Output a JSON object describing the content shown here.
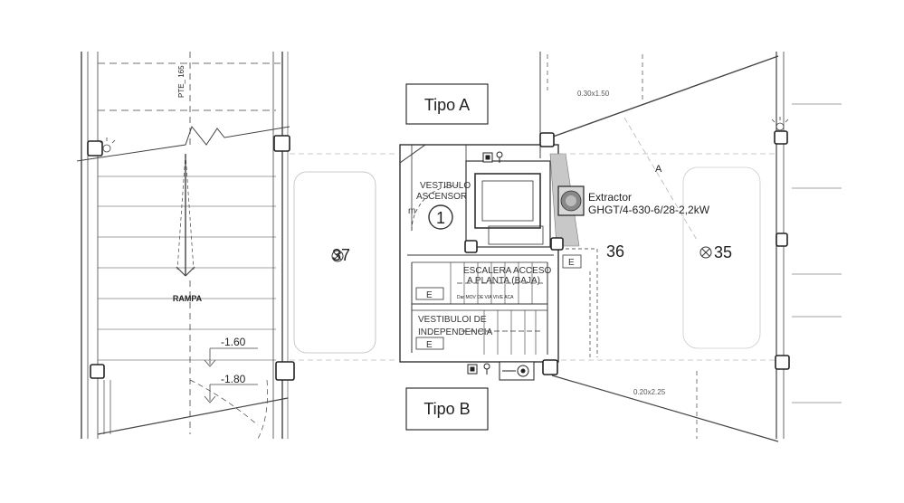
{
  "labels": {
    "tipo_a": "Tipo A",
    "tipo_b": "Tipo B",
    "pte": "PTE_ 165",
    "rampa": "RAMPA",
    "level_1": "-1.60",
    "level_2": "-1.80",
    "dim_top": "0.30x1.50",
    "dim_bottom": "0.20x2.25",
    "vest_asc_1": "VESTIBULO",
    "vest_asc_2": "ASCENSOR",
    "asc_m": "m",
    "num_1": "1",
    "escalera_1": "ESCALERA ACCESO",
    "escalera_2": "A PLANTA (BAJA)",
    "vest_ind_1": "VESTIBULOI DE",
    "vest_ind_2": "INDEPENDENCIA",
    "tag_e": "E",
    "tag_a": "A",
    "space_37": "37",
    "space_36": "36",
    "space_35": "35",
    "extractor_1": "Extractor",
    "extractor_2": "GHGT/4-630-6/28-2,2kW",
    "stair_note": "Dar MOV DE VIA VIVE ACA"
  }
}
